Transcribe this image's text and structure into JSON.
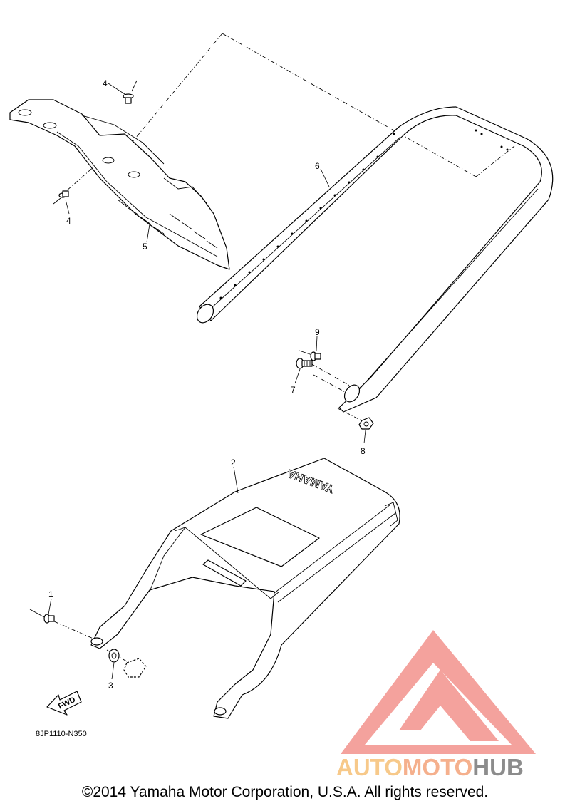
{
  "callouts": [
    "1",
    "2",
    "3",
    "4",
    "4",
    "5",
    "6",
    "7",
    "8",
    "9"
  ],
  "seat_emblem": "YAMAHA",
  "fwd_label": "FWD",
  "diagram_code": "8JP1110-N350",
  "watermark": {
    "part1": "AUTO",
    "part2": "MOTO",
    "part3": "HUB",
    "colors": {
      "triangle": "#f2928c",
      "auto": "#f7c98a",
      "moto": "#f5b08d",
      "hub": "#8c8c8c"
    }
  },
  "copyright": "©2014 Yamaha Motor Corporation, U.S.A. All rights reserved."
}
